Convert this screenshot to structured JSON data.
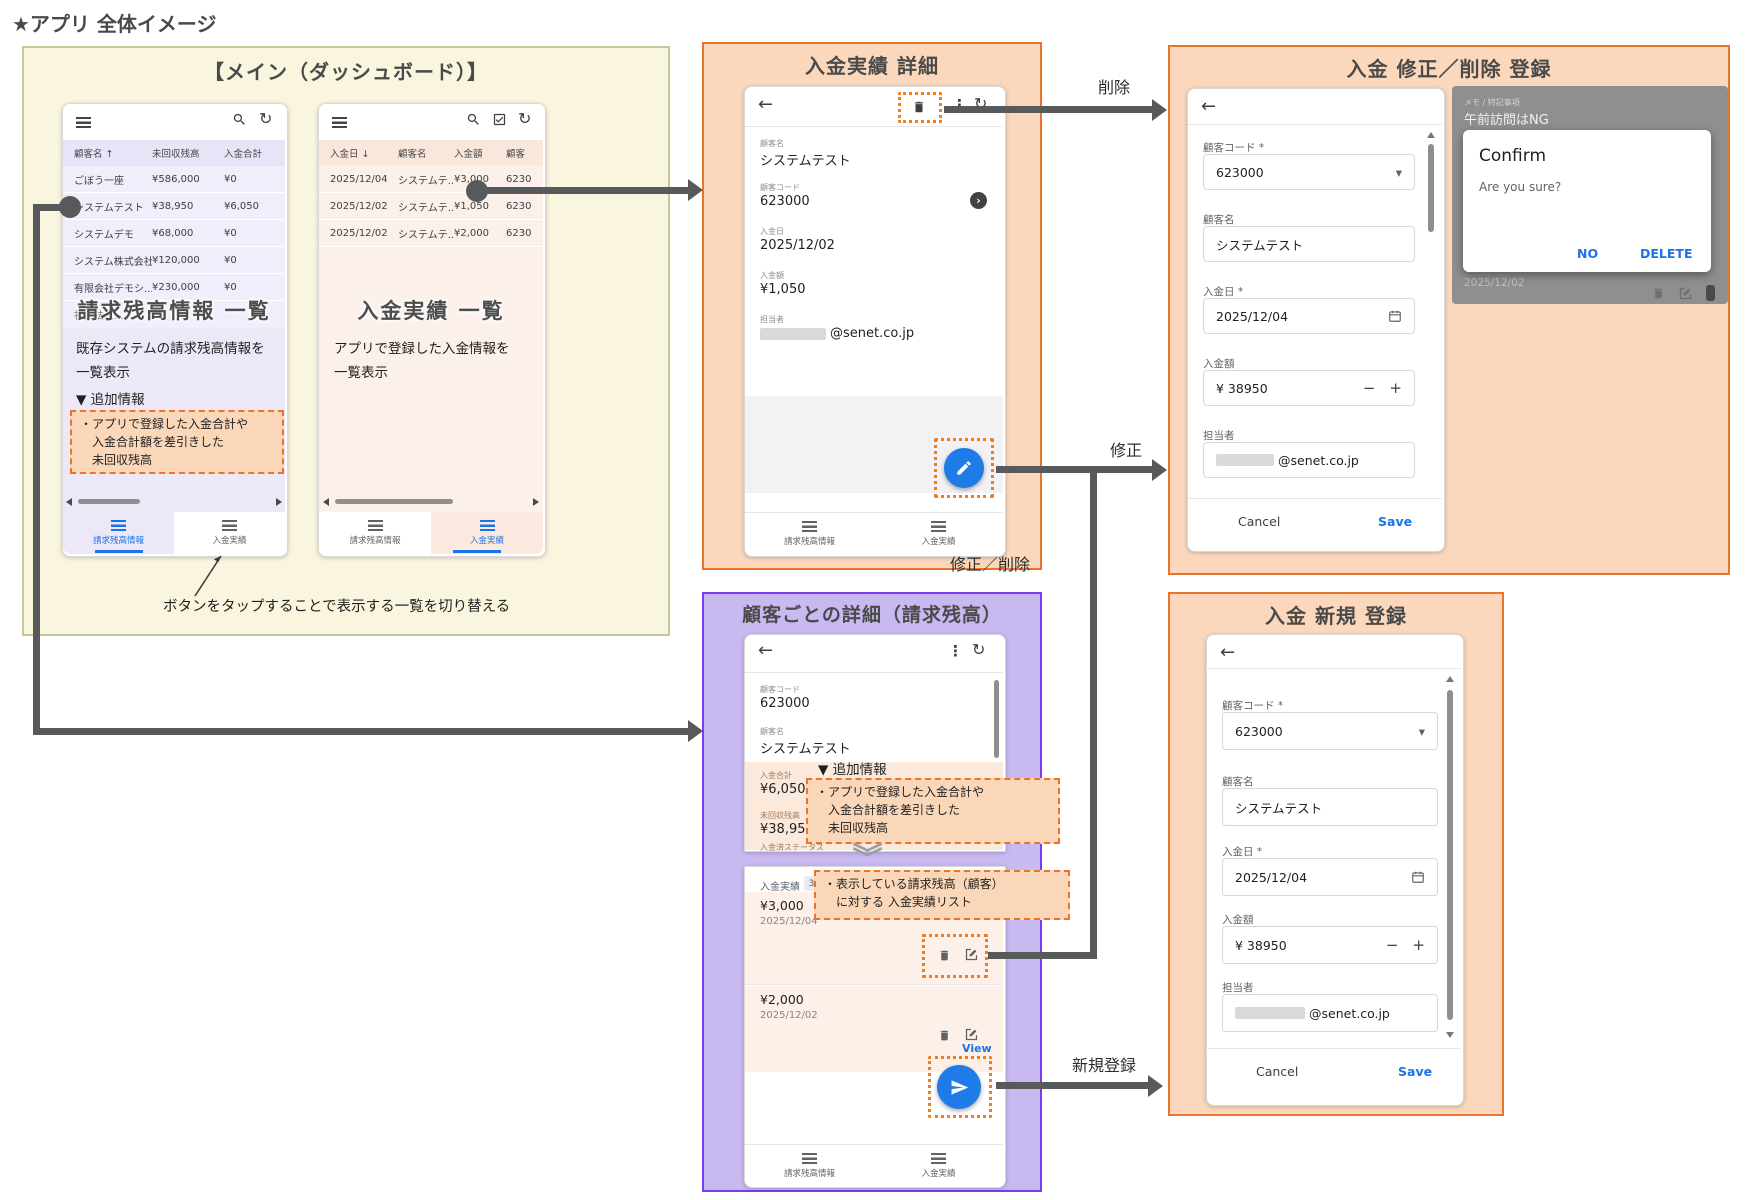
{
  "page": {
    "title": "★アプリ 全体イメージ"
  },
  "icons": {
    "back": "←",
    "more": "⋮",
    "refresh": "↻",
    "dropdown": "▾",
    "minus": "−",
    "plus": "+",
    "chevron": "›",
    "break": "》"
  },
  "dashboard": {
    "title": "【メイン（ダッシュボード）】",
    "caption": "ボタンをタップすることで表示する一覧を切り替える",
    "balance_list": {
      "overlay_title": "請求残高情報 一覧",
      "description": "既存システムの請求残高情報を\n一覧表示",
      "more_label": "▼ 追加情報",
      "note": "・アプリで登録した入金合計や\n　入金合計額を差引きした\n　未回収残高",
      "headers": [
        "顧客名 ↑",
        "未回収残高",
        "入金合計"
      ],
      "rows": [
        [
          "ごぼう一座",
          "¥586,000",
          "¥0"
        ],
        [
          "システムテスト",
          "¥38,950",
          "¥6,050"
        ],
        [
          "システムデモ",
          "¥68,000",
          "¥0"
        ],
        [
          "システム株式会社",
          "¥120,000",
          "¥0"
        ],
        [
          "有限会社デモシ...",
          "¥230,000",
          "¥0"
        ],
        [
          "社団法人...",
          "",
          ""
        ]
      ],
      "tabs": [
        "請求残高情報",
        "入金実績"
      ]
    },
    "payment_list": {
      "overlay_title": "入金実績 一覧",
      "description": "アプリで登録した入金情報を\n一覧表示",
      "headers": [
        "入金日 ↓",
        "顧客名",
        "入金額",
        "顧客"
      ],
      "rows": [
        [
          "2025/12/04",
          "システムテ...",
          "¥3,000",
          "6230"
        ],
        [
          "2025/12/02",
          "システムテ...",
          "¥1,050",
          "6230"
        ],
        [
          "2025/12/02",
          "システムテ...",
          "¥2,000",
          "6230"
        ]
      ],
      "tabs": [
        "請求残高情報",
        "入金実績"
      ]
    }
  },
  "detail": {
    "title": "入金実績 詳細",
    "fields": [
      {
        "label": "顧客名",
        "value": "システムテスト"
      },
      {
        "label": "顧客コード",
        "value": "623000"
      },
      {
        "label": "入金日",
        "value": "2025/12/02"
      },
      {
        "label": "入金額",
        "value": "¥1,050"
      },
      {
        "label": "担当者",
        "value": "@senet.co.jp"
      }
    ],
    "tabs": [
      "請求残高情報",
      "入金実績"
    ]
  },
  "customer": {
    "title": "顧客ごとの詳細（請求残高）",
    "more_label": "▼ 追加情報",
    "note": "・アプリで登録した入金合計や\n　入金合計額を差引きした\n　未回収残高",
    "list_note": "・表示している請求残高（顧客）\n　に対する 入金実績リスト",
    "fields": [
      {
        "label": "顧客コード",
        "value": "623000"
      },
      {
        "label": "顧客名",
        "value": "システムテスト"
      },
      {
        "label": "入金合計",
        "value": "¥6,050"
      },
      {
        "label": "未回収残高",
        "value": "¥38,950"
      },
      {
        "label": "入金済ステータス",
        "value": ""
      }
    ],
    "payments": {
      "label": "入金実績",
      "count": "3",
      "view_label": "View",
      "items": [
        {
          "amount": "¥3,000",
          "date": "2025/12/04"
        },
        {
          "amount": "¥2,000",
          "date": "2025/12/02"
        }
      ]
    },
    "tabs": [
      "請求残高情報",
      "入金実績"
    ]
  },
  "edit_form": {
    "title": "入金 修正／削除 登録",
    "fields": [
      {
        "label": "顧客コード *",
        "value": "623000"
      },
      {
        "label": "顧客名",
        "value": "システムテスト"
      },
      {
        "label": "入金日 *",
        "value": "2025/12/04"
      },
      {
        "label": "入金額",
        "value": "¥ 38950"
      },
      {
        "label": "担当者",
        "value": "@senet.co.jp"
      }
    ],
    "cancel_label": "Cancel",
    "save_label": "Save",
    "memo": {
      "label": "メモ / 特記事項",
      "value": "午前訪問はNG",
      "date": "2025/12/02"
    },
    "confirm": {
      "title": "Confirm",
      "message": "Are you sure?",
      "no_label": "NO",
      "delete_label": "DELETE"
    }
  },
  "new_form": {
    "title": "入金 新規 登録",
    "fields": [
      {
        "label": "顧客コード *",
        "value": "623000"
      },
      {
        "label": "顧客名",
        "value": "システムテスト"
      },
      {
        "label": "入金日 *",
        "value": "2025/12/04"
      },
      {
        "label": "入金額",
        "value": "¥ 38950"
      },
      {
        "label": "担当者",
        "value": "@senet.co.jp"
      }
    ],
    "cancel_label": "Cancel",
    "save_label": "Save"
  },
  "arrow_labels": {
    "delete": "削除",
    "edit": "修正",
    "edit_delete": "修正／削除",
    "create": "新規登録"
  }
}
